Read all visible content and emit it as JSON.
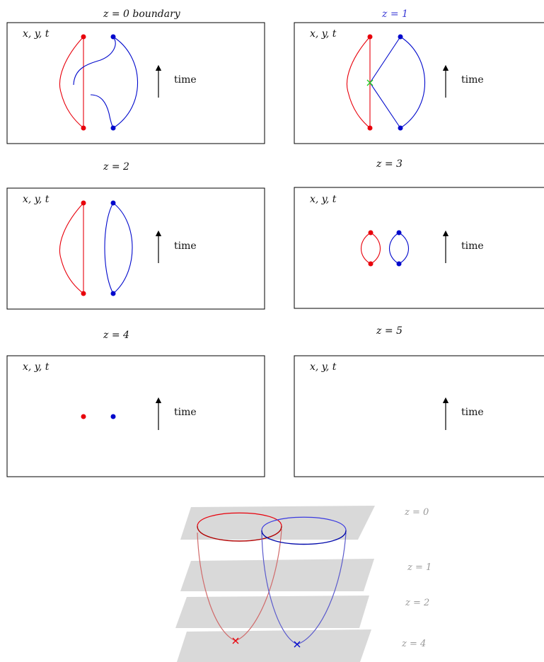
{
  "colors": {
    "red": "#e8000b",
    "blue": "#0008cc",
    "green": "#22cc22",
    "slab": "#d9d9d9",
    "slab_label": "#9a9a9a",
    "highlight_label": "#3b3bd6"
  },
  "panels": [
    {
      "title": "z = 0   boundary",
      "coord_label": "x, y, t",
      "axis_label": "time"
    },
    {
      "title": "z = 1",
      "coord_label": "x, y, t",
      "axis_label": "time"
    },
    {
      "title": "z = 2",
      "coord_label": "x, y, t",
      "axis_label": "time"
    },
    {
      "title": "z = 3",
      "coord_label": "x, y, t",
      "axis_label": "time"
    },
    {
      "title": "z = 4",
      "coord_label": "x, y, t",
      "axis_label": "time"
    },
    {
      "title": "z = 5",
      "coord_label": "x, y, t",
      "axis_label": "time"
    }
  ],
  "bulk": {
    "slab_labels": [
      "z = 0",
      "z = 1",
      "z = 2",
      "z = 4"
    ]
  }
}
